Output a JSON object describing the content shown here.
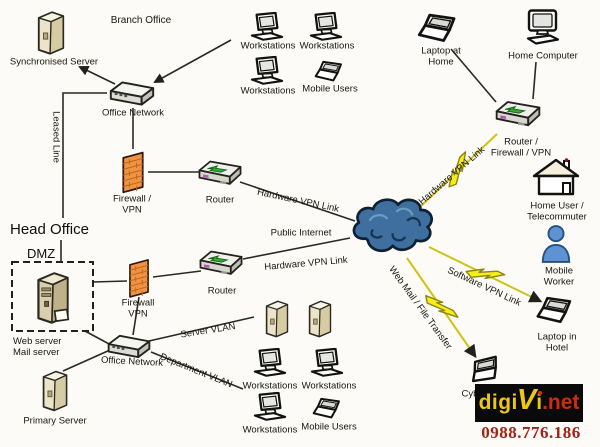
{
  "branch_office": {
    "title": "Branch Office",
    "sync_server": "Synchronised Server",
    "office_network": "Office Network",
    "workstation_1": "Workstations",
    "workstation_2": "Workstations",
    "workstation_3": "Workstations",
    "mobile_users": "Mobile Users",
    "firewall": "Firewall /\nVPN",
    "router": "Router",
    "leased_line": "Leased Line"
  },
  "head_office": {
    "title": "Head Office",
    "dmz": "DMZ",
    "dmz_servers": "Web server\nMail server",
    "firewall": "Firewall\nVPN",
    "router": "Router",
    "office_network": "Office Network",
    "primary_server": "Primary Server",
    "server_vlan": "Server VLAN",
    "department_vlan": "Department VLAN",
    "workstation_1": "Workstations",
    "workstation_2": "Workstations",
    "workstation_3": "Workstations",
    "mobile_users": "Mobile Users"
  },
  "internet": {
    "label": "Public Internet"
  },
  "links": {
    "hardware_vpn_branch": "Hardware VPN Link",
    "hardware_vpn_head": "Hardware VPN Link",
    "hardware_vpn_home": "Hardware VPN Link",
    "software_vpn": "Software VPN Link",
    "web_mail": "Web Mail / File Transfer"
  },
  "remote": {
    "laptop_at_home": "Laptop at\nHome",
    "home_computer": "Home Computer",
    "router_firewall": "Router /\nFirewall / VPN",
    "home_user": "Home User /\nTelecommuter",
    "mobile_worker": "Mobile\nWorker",
    "laptop_in_hotel": "Laptop in\nHotel",
    "cyber_cafe": "Cyb"
  },
  "watermark": {
    "logo_digi": "digi",
    "logo_v": "V",
    "logo_i": "i",
    "logo_net": ".net",
    "phone": "0988.776.186"
  },
  "colors": {
    "firewall_orange": "#f09344",
    "cloud_blue": "#3f6f9e",
    "lightning_yellow": "#f6ee19",
    "logo_yellow": "#ecc713",
    "logo_red": "#cf2d0e",
    "phone_red": "#a32218"
  }
}
